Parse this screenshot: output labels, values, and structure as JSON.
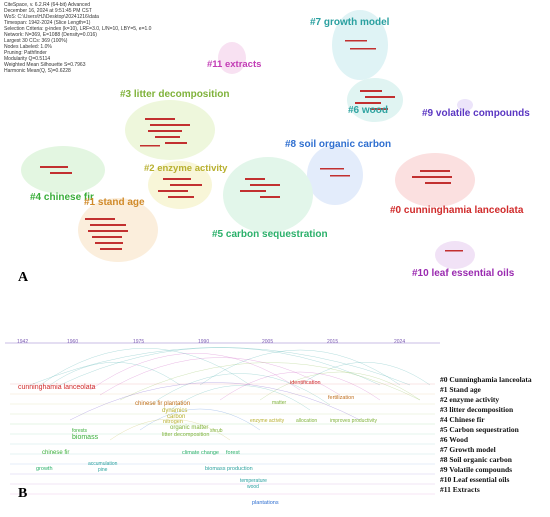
{
  "meta_lines": [
    "CiteSpace, v. 6.2.R4 (64-bit) Advanced",
    "December 16, 2024 at 9:51:45 PM CST",
    "WoS: C:\\Users\\HJ\\Desktop\\20241216\\data",
    "Timespan: 1942-2024 (Slice Length=1)",
    "Selection Criteria: g-index (k=10), LRF=3.0, L/N=10, LBY=5, e=1.0",
    "Network: N=369, E=1088 (Density=0.016)",
    "Largest 30 CCs: 369 (100%)",
    "Nodes Labeled: 1.0%",
    "Pruning: Pathfinder",
    "Modularity Q=0.5114",
    "Weighted Mean Silhouette S=0.7963",
    "Harmonic Mean(Q, S)=0.6228"
  ],
  "panel_a_label": "A",
  "panel_b_label": "B",
  "clusters": [
    {
      "id": "c7",
      "label": "#7 growth model",
      "color": "#2aa0a0"
    },
    {
      "id": "c11",
      "label": "#11 extracts",
      "color": "#c23cb5"
    },
    {
      "id": "c3",
      "label": "#3 litter decomposition",
      "color": "#7fb23a"
    },
    {
      "id": "c6",
      "label": "#6 wood",
      "color": "#2ea3a0"
    },
    {
      "id": "c9",
      "label": "#9 volatile compounds",
      "color": "#5a36c2"
    },
    {
      "id": "c8",
      "label": "#8 soil organic carbon",
      "color": "#2f6fd0"
    },
    {
      "id": "c2",
      "label": "#2 enzyme activity",
      "color": "#b8b030"
    },
    {
      "id": "c4",
      "label": "#4 chinese fir",
      "color": "#3aae3a"
    },
    {
      "id": "c0",
      "label": "#0 cunninghamia lanceolata",
      "color": "#d02a2a"
    },
    {
      "id": "c1",
      "label": "#1 stand age",
      "color": "#d08a2a"
    },
    {
      "id": "c5",
      "label": "#5 carbon sequestration",
      "color": "#2ab06a"
    },
    {
      "id": "c10",
      "label": "#10 leaf essential oils",
      "color": "#9a2ab0"
    }
  ],
  "timeline_years": [
    "1942",
    "1960",
    "1975",
    "1990",
    "2005",
    "2015",
    "2024"
  ],
  "timeline_nodes": [
    {
      "text": "cunninghamia lanceolata",
      "color": "#d02a2a"
    },
    {
      "text": "identification",
      "color": "#d02a2a"
    },
    {
      "text": "fertilization",
      "color": "#c07020"
    },
    {
      "text": "chinese fir plantation",
      "color": "#c07020"
    },
    {
      "text": "dynamics",
      "color": "#b8b030"
    },
    {
      "text": "carbon",
      "color": "#b8b030"
    },
    {
      "text": "nitrogen",
      "color": "#b8b030"
    },
    {
      "text": "organic matter",
      "color": "#7fb23a"
    },
    {
      "text": "litter decomposition",
      "color": "#7fb23a"
    },
    {
      "text": "shrub",
      "color": "#7fb23a"
    },
    {
      "text": "forests",
      "color": "#3aae3a"
    },
    {
      "text": "biomass",
      "color": "#3aae3a"
    },
    {
      "text": "chinese fir",
      "color": "#3aae3a"
    },
    {
      "text": "growth",
      "color": "#2ab06a"
    },
    {
      "text": "climate change",
      "color": "#2ab06a"
    },
    {
      "text": "forest",
      "color": "#2ab06a"
    },
    {
      "text": "accumulation",
      "color": "#2ea3a0"
    },
    {
      "text": "pine",
      "color": "#2ea3a0"
    },
    {
      "text": "biomass production",
      "color": "#2ea3a0"
    },
    {
      "text": "temperature",
      "color": "#2aa0a0"
    },
    {
      "text": "wood",
      "color": "#2aa0a0"
    },
    {
      "text": "plantations",
      "color": "#2f6fd0"
    },
    {
      "text": "enzyme activity",
      "color": "#b8b030"
    },
    {
      "text": "allocation",
      "color": "#7fb23a"
    },
    {
      "text": "improves productivity",
      "color": "#7fb23a"
    },
    {
      "text": "matter",
      "color": "#7fb23a"
    }
  ],
  "legend": [
    "#0 Cunninghamia lanceolata",
    "#1 Stand age",
    "#2 enzyme activity",
    "#3 litter decomposition",
    "#4 Chinese fir",
    "#5 Carbon sequestration",
    "#6 Wood",
    "#7 Growth  model",
    "#8 Soil organic carbon",
    "#9 Volatile compounds",
    "#10 Leaf essential oils",
    "#11 Extracts"
  ]
}
